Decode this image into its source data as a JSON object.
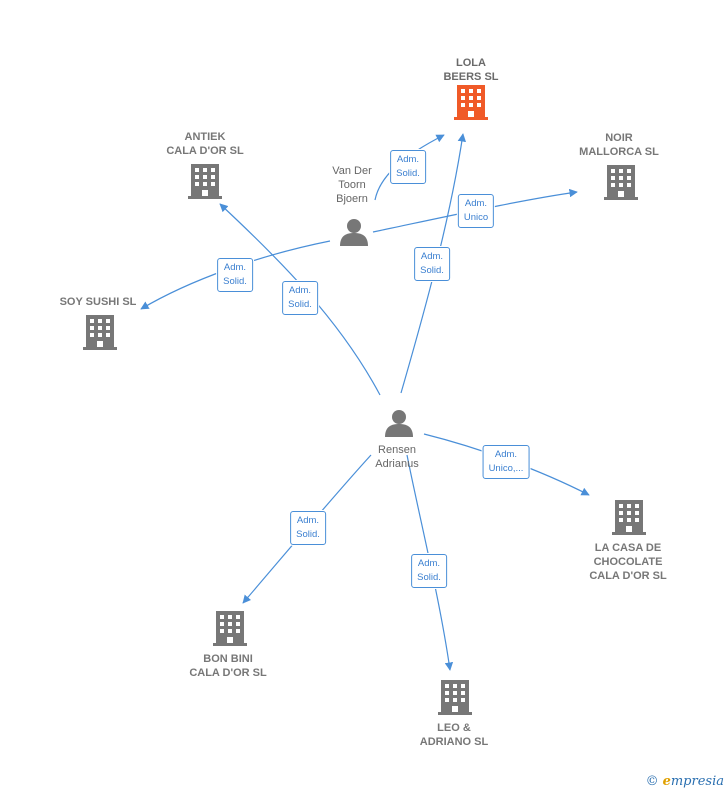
{
  "colors": {
    "edge": "#4a8fd8",
    "company": "#777777",
    "highlight": "#f05a28",
    "person": "#777777"
  },
  "nodes": [
    {
      "id": "lola",
      "type": "company",
      "highlight": true,
      "label": "LOLA\nBEERS  SL"
    },
    {
      "id": "antiek",
      "type": "company",
      "label": "ANTIEK\nCALA D'OR SL"
    },
    {
      "id": "noir",
      "type": "company",
      "label": "NOIR\nMALLORCA  SL"
    },
    {
      "id": "soy",
      "type": "company",
      "label": "SOY SUSHI  SL"
    },
    {
      "id": "vandertoorn",
      "type": "person",
      "label": "Van Der\nToorn\nBjoern"
    },
    {
      "id": "rensen",
      "type": "person",
      "label": "Rensen\nAdrianus"
    },
    {
      "id": "chocolate",
      "type": "company",
      "label": "LA CASA DE\nCHOCOLATE\nCALA D'OR SL"
    },
    {
      "id": "bonbini",
      "type": "company",
      "label": "BON BINI\nCALA D'OR  SL"
    },
    {
      "id": "leo",
      "type": "company",
      "label": "LEO &\nADRIANO  SL"
    }
  ],
  "edges": [
    {
      "from": "vandertoorn",
      "to": "lola",
      "label": "Adm.\nSolid."
    },
    {
      "from": "vandertoorn",
      "to": "noir",
      "label": "Adm.\nUnico"
    },
    {
      "from": "vandertoorn",
      "to": "soy",
      "label": "Adm.\nSolid."
    },
    {
      "from": "rensen",
      "to": "antiek",
      "label": "Adm.\nSolid."
    },
    {
      "from": "rensen",
      "to": "lola",
      "label": "Adm.\nSolid."
    },
    {
      "from": "rensen",
      "to": "chocolate",
      "label": "Adm.\nUnico,..."
    },
    {
      "from": "rensen",
      "to": "bonbini",
      "label": "Adm.\nSolid."
    },
    {
      "from": "rensen",
      "to": "leo",
      "label": "Adm.\nSolid."
    }
  ],
  "footer": {
    "copyright": "©",
    "brand_initial": "e",
    "brand_rest": "mpresia"
  }
}
